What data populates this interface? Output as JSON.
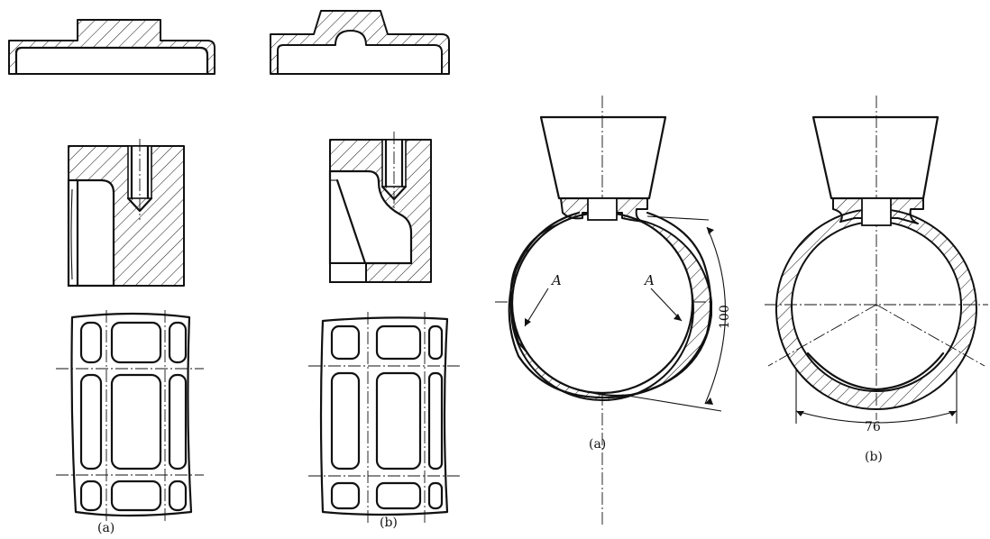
{
  "left_figure": {
    "label_a": "(a)",
    "label_b": "(b)"
  },
  "right_figure": {
    "label_a": "(a)",
    "label_b": "(b)",
    "dim_angle_a": "100",
    "dim_angle_b": "76",
    "section_mark": "A"
  },
  "colors": {
    "line": "#111111",
    "background": "#ffffff"
  }
}
